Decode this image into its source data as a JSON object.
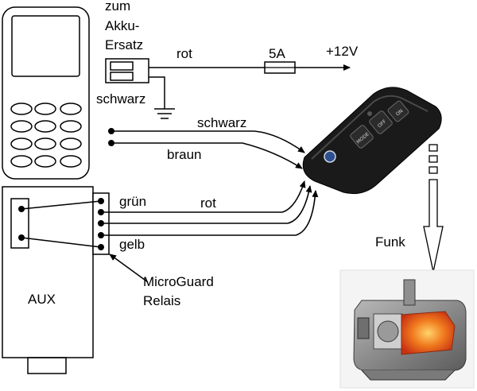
{
  "labels": {
    "battery_line1": "zum",
    "battery_line2": "Akku-",
    "battery_line3": "Ersatz",
    "wire_red_top": "rot",
    "fuse": "5A",
    "supply": "+12V",
    "ground_wire": "schwarz",
    "remote_wire_black": "schwarz",
    "remote_wire_brown": "braun",
    "relay_wire_green": "grün",
    "relay_wire_red": "rot",
    "relay_wire_yellow": "gelb",
    "radio": "Funk",
    "aux": "AUX",
    "relay_line1": "MicroGuard",
    "relay_line2": "Relais"
  },
  "remote_buttons": {
    "mode": "MODE",
    "off": "OFF",
    "on": "ON"
  },
  "colors": {
    "line": "#000000",
    "remote_body": "#1a1a1a",
    "heater_flame": "#e8501a",
    "heater_body": "#8a8a8a"
  },
  "icons": [
    "phone-device",
    "connector-plug",
    "fuse-icon",
    "ground-icon",
    "remote-control",
    "heater-unit",
    "relay-icon"
  ]
}
